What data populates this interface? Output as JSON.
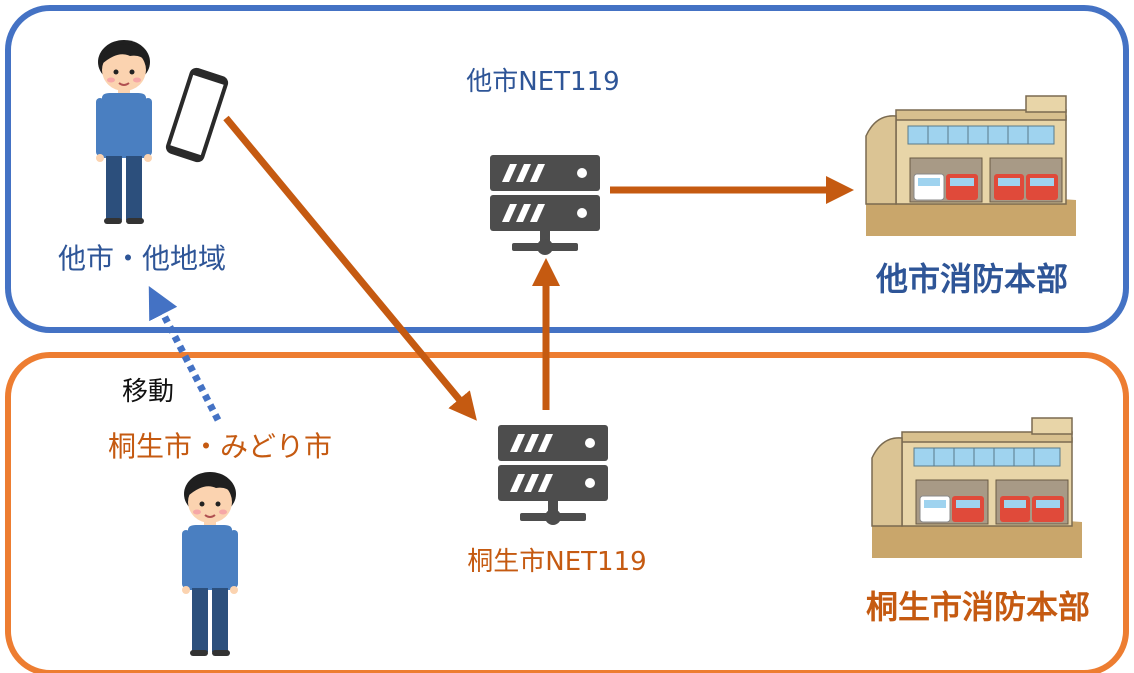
{
  "colors": {
    "upper_border": "#4472c4",
    "lower_border": "#ed7d31",
    "upper_text": "#2e5597",
    "lower_text": "#c55a11",
    "arrow": "#c55a11",
    "move_arrow": "#4472c4",
    "server": "#4d4d4d"
  },
  "upper_region": {
    "network_label": "他市NET119",
    "area_label": "他市・他地域",
    "fire_hq_label": "他市消防本部"
  },
  "lower_region": {
    "network_label": "桐生市NET119",
    "area_label": "桐生市・みどり市",
    "fire_hq_label": "桐生市消防本部"
  },
  "move_label": "移動"
}
